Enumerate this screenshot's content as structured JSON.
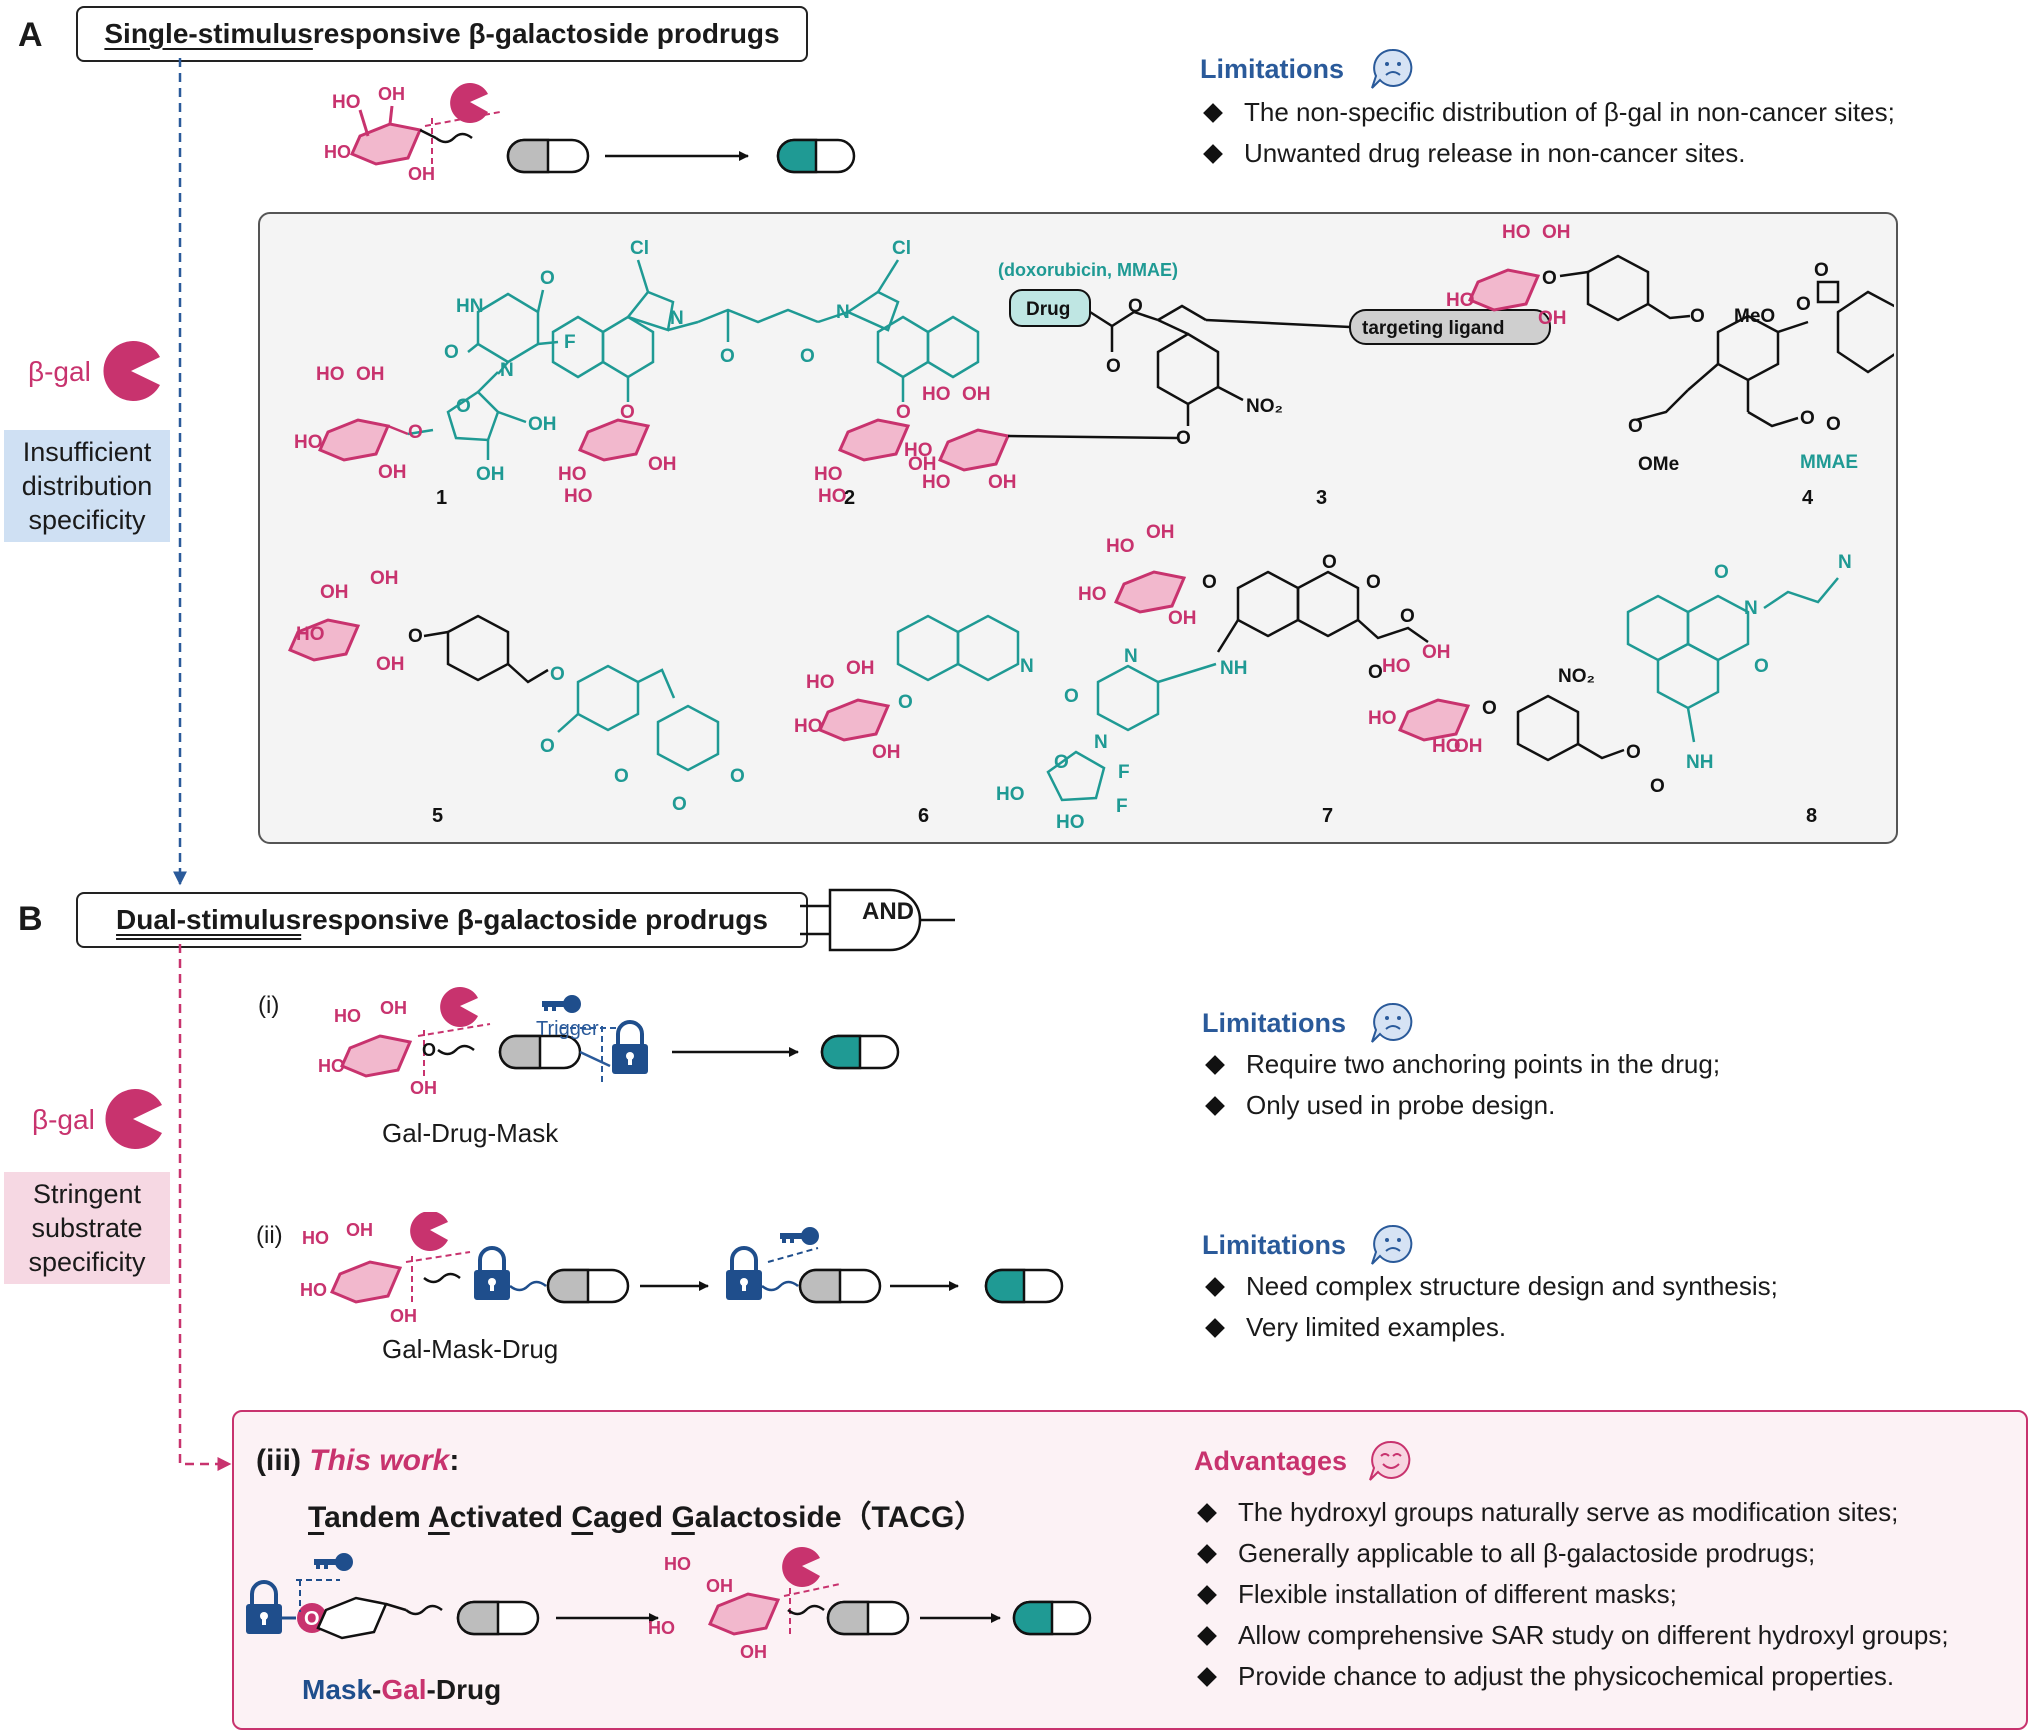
{
  "panel_a": {
    "letter": "A",
    "title_underlined": "Single-stimulus",
    "title_rest": " responsive β-galactoside prodrugs",
    "limitations_title": "Limitations",
    "limitations": [
      "The non-specific distribution of β-gal in non-cancer sites;",
      "Unwanted drug release in non-cancer sites."
    ],
    "side_enzyme": "β-gal",
    "side_label_lines": [
      "Insufficient",
      "distribution",
      "specificity"
    ],
    "compounds": [
      "1",
      "2",
      "3",
      "4",
      "5",
      "6",
      "7",
      "8"
    ],
    "chem_labels": {
      "drug_box": "Drug",
      "targeting": "targeting ligand",
      "drug_examples": "(doxorubicin, MMAE)",
      "no2": "NO₂",
      "meo": "MeO",
      "ome": "OMe",
      "mmae": "MMAE",
      "cl": "Cl",
      "nh": "NH",
      "hn": "HN",
      "f": "F",
      "oh": "OH",
      "ho": "HO",
      "n": "N",
      "o": "O"
    }
  },
  "panel_b": {
    "letter": "B",
    "title_underlined": "Dual-stimulus",
    "title_rest": " responsive β-galactoside prodrugs",
    "gate_label": "AND",
    "side_enzyme": "β-gal",
    "side_label_lines": [
      "Stringent",
      "substrate",
      "specificity"
    ],
    "route_i": {
      "roman": "(i)",
      "trigger": "Trigger",
      "caption": "Gal-Drug-Mask",
      "limitations_title": "Limitations",
      "limitations": [
        "Require two anchoring points in the drug;",
        "Only used in probe design."
      ]
    },
    "route_ii": {
      "roman": "(ii)",
      "caption": "Gal-Mask-Drug",
      "limitations_title": "Limitations",
      "limitations": [
        "Need complex structure design and synthesis;",
        "Very limited examples."
      ]
    },
    "route_iii": {
      "roman": "(iii)",
      "this_work": "This work",
      "colon": ":",
      "name_parts": [
        {
          "u": "T",
          "rest": "andem "
        },
        {
          "u": "A",
          "rest": "ctivated "
        },
        {
          "u": "C",
          "rest": "aged "
        },
        {
          "u": "G",
          "rest": "alactoside"
        }
      ],
      "abbr": "（TACG）",
      "caption_mask": "Mask",
      "caption_gal": "Gal",
      "caption_drug": "Drug",
      "dash": "-",
      "advantages_title": "Advantages",
      "advantages": [
        "The hydroxyl groups naturally serve as modification sites;",
        "Generally applicable to all β-galactoside prodrugs;",
        "Flexible installation of different masks;",
        "Allow comprehensive SAR study on different hydroxyl groups;",
        "Provide chance to adjust the physicochemical properties."
      ]
    }
  },
  "colors": {
    "gal_pink": "#c8336e",
    "drug_teal": "#1f9a94",
    "mask_navy": "#1f4e8c",
    "insufficient_bg": "#cfe0f3",
    "stringent_bg": "#f6d8e3",
    "compound_panel_bg": "#f4f4f4",
    "this_work_bg": "#fcf2f5"
  },
  "icons": [
    "pacman-enzyme-icon",
    "sad-face-icon",
    "smile-face-icon",
    "padlock-icon",
    "key-icon",
    "capsule-icon",
    "and-gate-icon",
    "diamond-bullet-icon"
  ]
}
